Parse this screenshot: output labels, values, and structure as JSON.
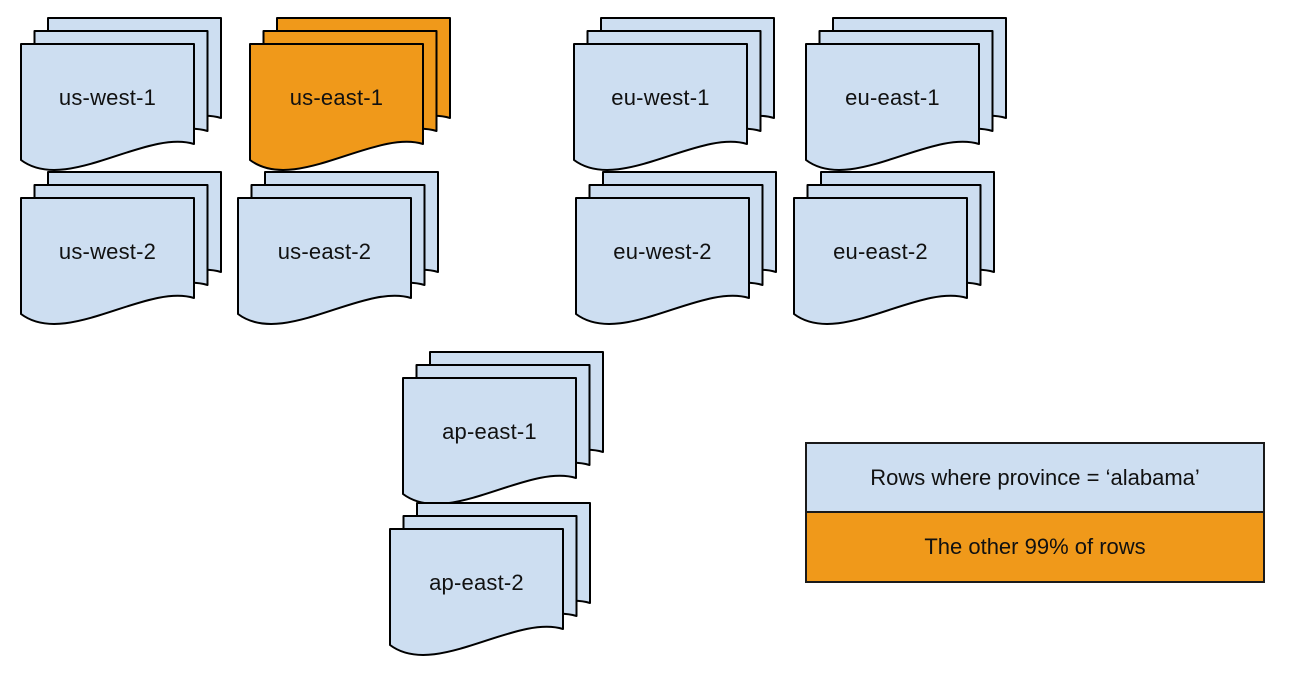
{
  "diagram": {
    "description_colors": {
      "document_fill": "#cddef1",
      "highlight_fill": "#f0991a",
      "stroke": "#000000",
      "background": "#ffffff"
    },
    "stacks": [
      {
        "label": "us-west-1",
        "highlight": false
      },
      {
        "label": "us-east-1",
        "highlight": true
      },
      {
        "label": "eu-west-1",
        "highlight": false
      },
      {
        "label": "eu-east-1",
        "highlight": false
      },
      {
        "label": "us-west-2",
        "highlight": false
      },
      {
        "label": "us-east-2",
        "highlight": false
      },
      {
        "label": "eu-west-2",
        "highlight": false
      },
      {
        "label": "eu-east-2",
        "highlight": false
      },
      {
        "label": "ap-east-1",
        "highlight": false
      },
      {
        "label": "ap-east-2",
        "highlight": false
      }
    ],
    "legend": {
      "items": [
        {
          "label": "Rows where province = ‘alabama’",
          "highlight": false
        },
        {
          "label": "The other 99% of rows",
          "highlight": true
        }
      ]
    }
  }
}
